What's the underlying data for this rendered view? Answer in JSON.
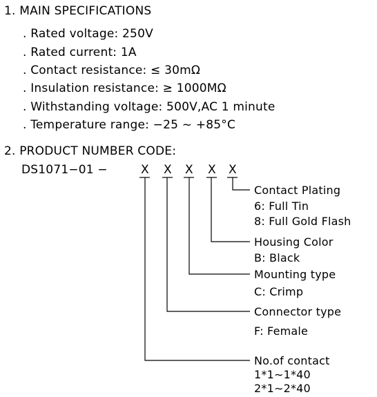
{
  "section1": {
    "title": "1. MAIN SPECIFICATIONS",
    "items": [
      ". Rated voltage: 250V",
      ". Rated current: 1A",
      ". Contact resistance: ≤ 30mΩ",
      ". Insulation resistance: ≥ 1000MΩ",
      ". Withstanding voltage: 500V,AC 1 minute",
      ". Temperature range: −25 ~ +85°C"
    ]
  },
  "section2": {
    "title": "2. PRODUCT NUMBER CODE:",
    "code_prefix": "DS1071−01 −",
    "code_positions": [
      "X",
      "X",
      "X",
      "X",
      "X"
    ],
    "contact_plating": {
      "label": "Contact Plating",
      "options": [
        "6: Full Tin",
        "8: Full Gold Flash"
      ]
    },
    "housing_color": {
      "label": "Housing Color",
      "options": [
        "B: Black"
      ]
    },
    "mounting_type": {
      "label": "Mounting type",
      "options": [
        "C: Crimp"
      ]
    },
    "connector_type": {
      "label": "Connector type",
      "options": [
        "F: Female"
      ]
    },
    "no_of_contact": {
      "label": "No.of contact",
      "options": [
        "1*1∼1*40",
        "2*1∼2*40"
      ]
    }
  }
}
